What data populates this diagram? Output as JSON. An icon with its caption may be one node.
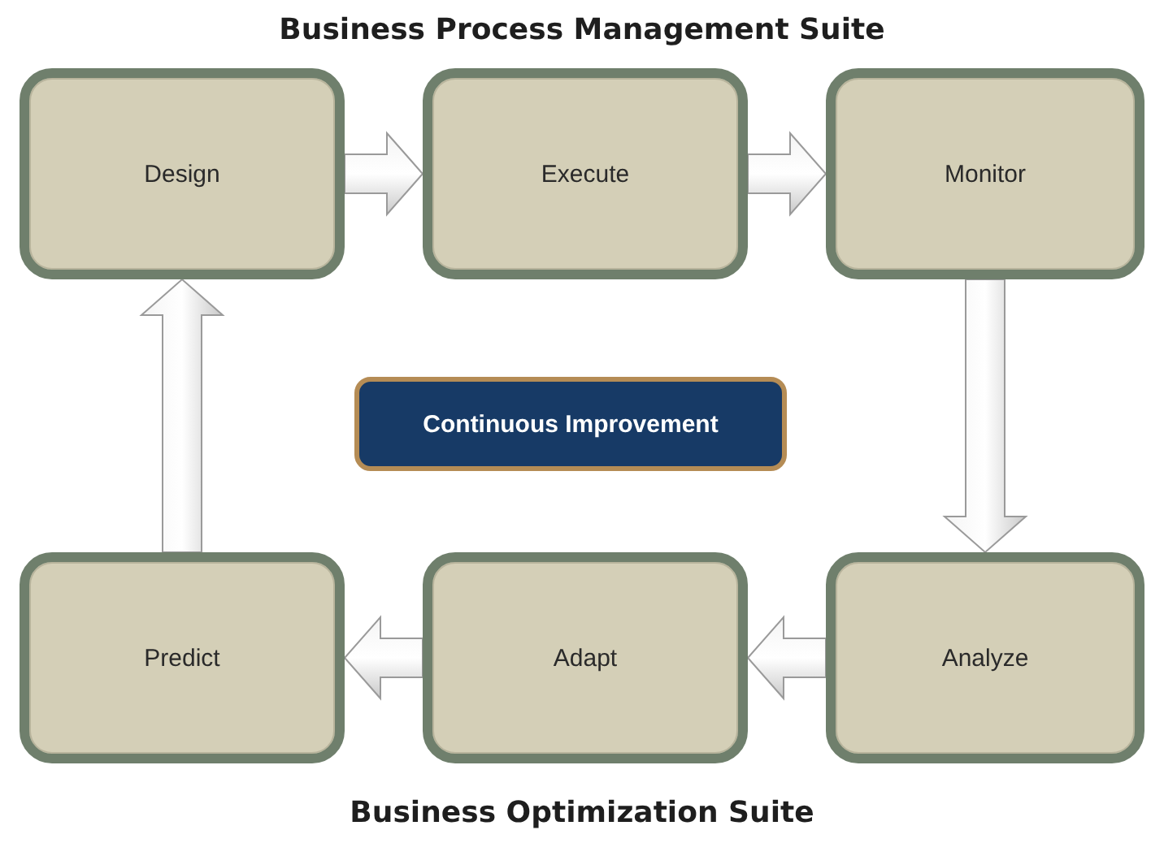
{
  "diagram": {
    "title": "Business Process Management Suite",
    "caption": "Business Optimization Suite",
    "nodes": [
      {
        "text": [
          "Design"
        ]
      },
      {
        "text": [
          "Execute"
        ]
      },
      {
        "text": [
          "Monitor"
        ]
      },
      {
        "text": [
          "Continuous Improvement"
        ]
      },
      {
        "text": [
          "Predict"
        ]
      },
      {
        "text": [
          "Adapt"
        ]
      },
      {
        "text": [
          "Analyze"
        ]
      }
    ],
    "edges": [
      {
        "from": 0,
        "to": 1,
        "arrow": "to"
      },
      {
        "from": 1,
        "to": 2,
        "arrow": "to"
      },
      {
        "from": 2,
        "to": 6,
        "arrow": "to"
      },
      {
        "from": 6,
        "to": 5,
        "arrow": "to"
      },
      {
        "from": 5,
        "to": 4,
        "arrow": "to"
      },
      {
        "from": 4,
        "to": 0,
        "arrow": "to"
      }
    ]
  }
}
